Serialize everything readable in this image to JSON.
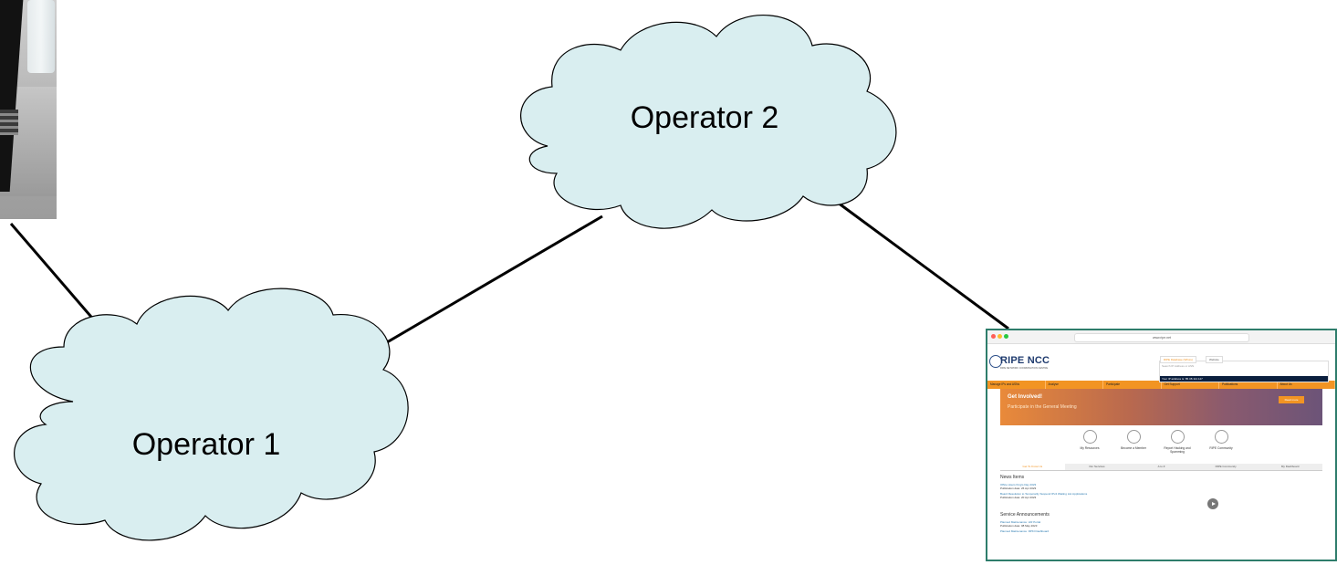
{
  "operators": [
    {
      "label": "Operator 2"
    },
    {
      "label": "Operator 1"
    }
  ],
  "cloud_color": "#d9eef0",
  "browser_screenshot": {
    "url": "www.ripe.net",
    "logo": "RIPE NCC",
    "logo_subtitle": "RIPE NETWORK COORDINATION CENTRE",
    "search_tab": "RIPE Database (Whois)",
    "search_tab2": "Website",
    "search_placeholder": "Search IP Address or ASN",
    "ip_label": "Your IP address is:",
    "ip_value": "85.38.114.127",
    "nav": [
      "Manage IPs and ASNs",
      "Analyse",
      "Participate",
      "Get Support",
      "Publications",
      "About Us"
    ],
    "banner_title": "Get Involved!",
    "banner_subtitle": "Participate in the General Meeting",
    "banner_button": "Read more",
    "icons": [
      "My Resources",
      "Become a Member",
      "Report Hacking and Spamming",
      "RIPE Community"
    ],
    "tabs": [
      "Get To Know Us",
      "Our Services",
      "A to Z",
      "RIPE Community",
      "My Dashboard"
    ],
    "news_heading": "News Items",
    "news": [
      {
        "title": "Office Hours King's Day 2023",
        "date": "Publication date: 26 Apr 2023"
      },
      {
        "title": "Board Resolution to Temporarily Suspend IPv4 Waiting List Applications",
        "date": "Publication date: 20 Apr 2023"
      }
    ],
    "service_heading": "Service Announcements",
    "services": [
      {
        "title": "Planned Maintenance: LIR Portal",
        "date": "Publication date: 08 May 2023"
      },
      {
        "title": "Planned Maintenance: RPKI Dashboard",
        "date": ""
      }
    ]
  }
}
